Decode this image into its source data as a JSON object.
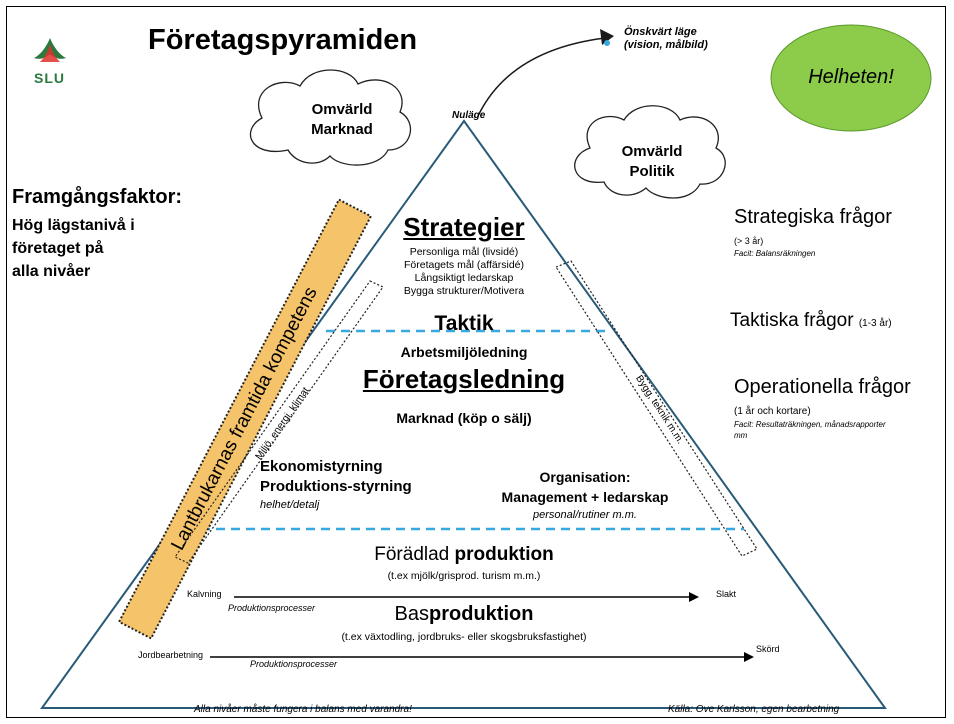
{
  "title": "Företagspyramiden",
  "logo": {
    "text": "SLU",
    "color": "#2a7a3f",
    "accent": "#e0302a"
  },
  "target": {
    "line1": "Önskvärt läge",
    "line2": "(vision, målbild)"
  },
  "current": "Nuläge",
  "ellipse": {
    "text": "Helheten!",
    "color": "#8ccc4a"
  },
  "cloud_left": {
    "line1": "Omvärld",
    "line2": "Marknad"
  },
  "cloud_right": {
    "line1": "Omvärld",
    "line2": "Politik"
  },
  "success_factor": {
    "title": "Framgångsfaktor:",
    "line1": "Hög lägstanivå i",
    "line2": "företaget på",
    "line3": "alla nivåer"
  },
  "competence_bar": {
    "text": "Lantbrukarnas framtida kompetens",
    "color": "#f5c36a"
  },
  "left_dotted": "Miljö, energi, klimat",
  "right_dotted": "Bygg, teknik m.m.",
  "strategy": {
    "title": "Strategier",
    "items": [
      "Personliga mål (livsidé)",
      "Företagets mål (affärsidé)",
      "Långsiktigt ledarskap",
      "Bygga strukturer/Motivera"
    ]
  },
  "tactics": "Taktik",
  "work_env": "Arbetsmiljöledning",
  "management": "Företagsledning",
  "market": "Marknad (köp o sälj)",
  "economy": {
    "line1": "Ekonomistyrning",
    "line2": "Produktions-styrning",
    "sub": "helhet/detalj"
  },
  "organisation": {
    "line1": "Organisation:",
    "line2": "Management + ledarskap",
    "sub": "personal/rutiner m.m."
  },
  "refined": {
    "pre": "Förädlad ",
    "bold": "produktion",
    "sub": "(t.ex mjölk/grisprod. turism m.m.)"
  },
  "process1": {
    "start": "Kalvning",
    "end": "Slakt",
    "label": "Produktionsprocesser"
  },
  "base": {
    "pre": "Bas",
    "bold": "produktion",
    "sub": "(t.ex växtodling, jordbruks- eller skogsbruksfastighet)"
  },
  "process2": {
    "start": "Jordbearbetning",
    "end": "Skörd",
    "label": "Produktionsprocesser"
  },
  "right_labels": {
    "strategic": "Strategiska frågor",
    "strategic_sub": "(> 3 år)",
    "strategic_note": "Facit: Balansräkningen",
    "tactical": "Taktiska frågor",
    "tactical_sub": "(1-3 år)",
    "operational": "Operationella frågor",
    "operational_sub": "(1 år och kortare)",
    "operational_note1": "Facit: Resultaträkningen, månadsrapporter",
    "operational_note2": "mm"
  },
  "footer_left": "Alla nivåer måste fungera i balans med varandra!",
  "footer_right": "Källa: Ove Karlsson, egen bearbetning",
  "colors": {
    "pyramid": "#2a5a7a",
    "dashed": "#38a8e0",
    "arrow": "#1a1a1a"
  }
}
